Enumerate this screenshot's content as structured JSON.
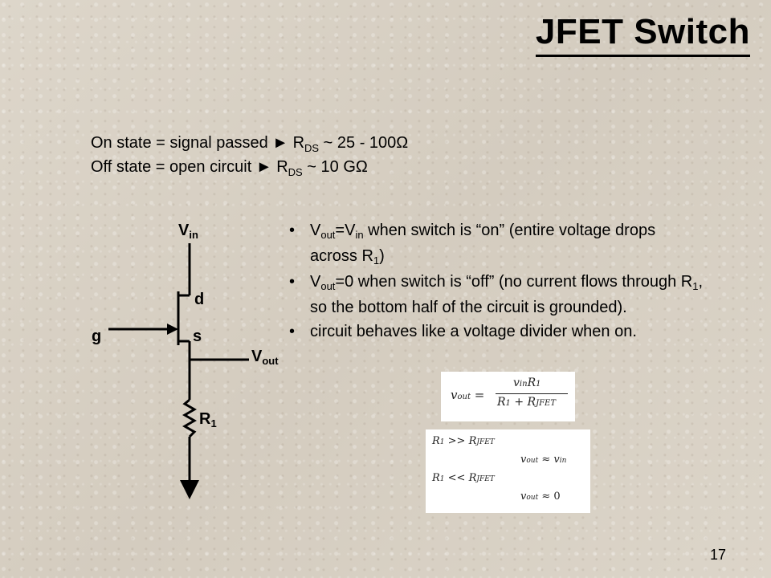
{
  "title": "JFET Switch",
  "states": [
    {
      "pre": "On state = signal passed ► R",
      "sub": "DS",
      "post": " ~ 25 - 100Ω"
    },
    {
      "pre": "Off state = open circuit ► R",
      "sub": "DS",
      "post": " ~ 10 GΩ"
    }
  ],
  "bullets": {
    "b1": {
      "v1": "V",
      "s1": "out",
      "m1": "=V",
      "s2": "in",
      "m2": " when switch is “on” (entire voltage drops across R",
      "s3": "1",
      "m3": ")"
    },
    "b2": {
      "v1": "V",
      "s1": "out",
      "m1": "=0 when switch is “off” (no current flows through R",
      "s2": "1",
      "m2": ", so the bottom half of the circuit is grounded)."
    },
    "b3": {
      "text": "circuit behaves like a voltage divider when on."
    }
  },
  "circuit": {
    "vin": {
      "main": "V",
      "sub": "in"
    },
    "vout": {
      "main": "V",
      "sub": "out"
    },
    "d": "d",
    "g": "g",
    "s": "s",
    "r1": {
      "main": "R",
      "sub": "1"
    }
  },
  "equations": {
    "eq1": {
      "lhs": "v",
      "lhs_sub": "out",
      "eq": " = ",
      "num": "v",
      "num_sub": "in",
      "num_r": "R",
      "num_r_sub": "1",
      "den": "R",
      "den_sub1": "1",
      "den_plus": " + R",
      "den_sub2": "JFET"
    },
    "eq2": [
      {
        "text": "R",
        "sub": "1",
        "rest": " >> R",
        "sub2": "JFET"
      },
      {
        "text": "v",
        "sub": "out",
        "rest": " ≈ ",
        "rhs": "v",
        "rhs_sub": "in"
      },
      {
        "text": "R",
        "sub": "1",
        "rest": " << R",
        "sub2": "JFET"
      },
      {
        "text": "v",
        "sub": "out",
        "rest": " ≈ ",
        "rhs": "0"
      }
    ]
  },
  "page_number": "17"
}
